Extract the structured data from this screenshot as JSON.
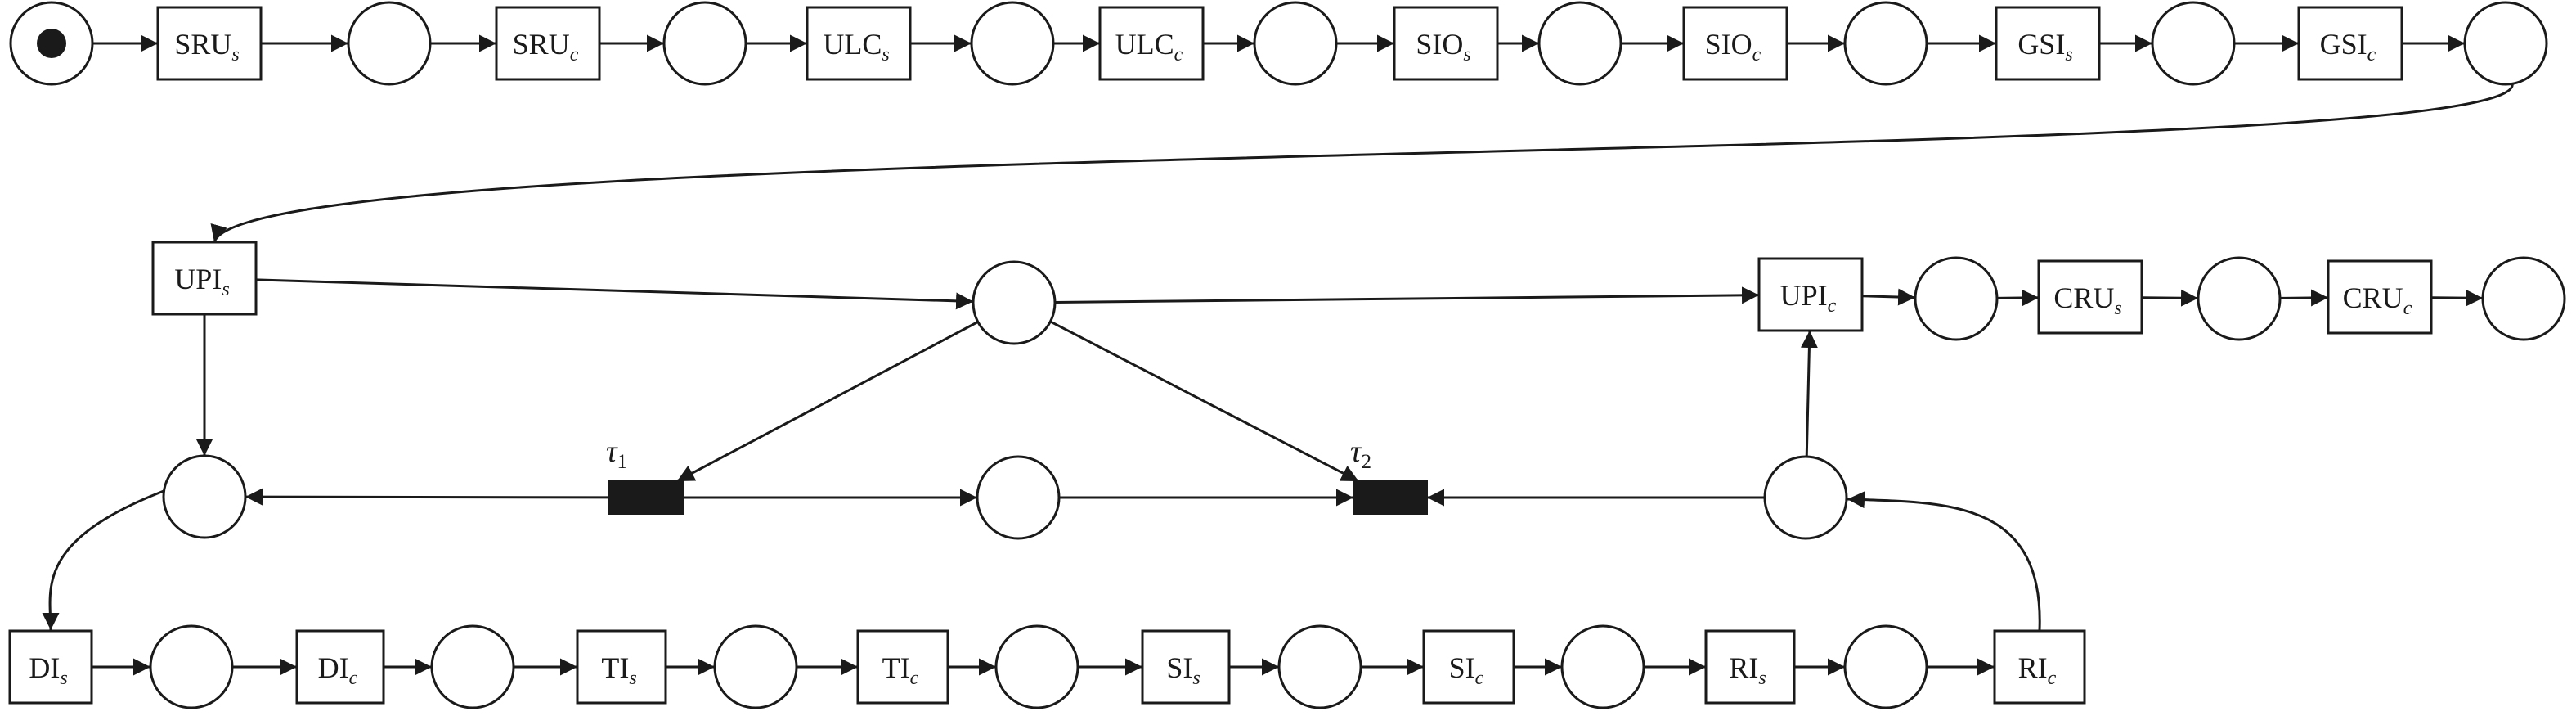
{
  "diagram": {
    "kind": "petri-net",
    "transitions": [
      {
        "id": "t_sru_s",
        "base": "SRU",
        "sub": "s"
      },
      {
        "id": "t_sru_c",
        "base": "SRU",
        "sub": "c"
      },
      {
        "id": "t_ulc_s",
        "base": "ULC",
        "sub": "s"
      },
      {
        "id": "t_ulc_c",
        "base": "ULC",
        "sub": "c"
      },
      {
        "id": "t_sio_s",
        "base": "SIO",
        "sub": "s"
      },
      {
        "id": "t_sio_c",
        "base": "SIO",
        "sub": "c"
      },
      {
        "id": "t_gsi_s",
        "base": "GSI",
        "sub": "s"
      },
      {
        "id": "t_gsi_c",
        "base": "GSI",
        "sub": "c"
      },
      {
        "id": "t_upi_s",
        "base": "UPI",
        "sub": "s"
      },
      {
        "id": "t_upi_c",
        "base": "UPI",
        "sub": "c"
      },
      {
        "id": "t_cru_s",
        "base": "CRU",
        "sub": "s"
      },
      {
        "id": "t_cru_c",
        "base": "CRU",
        "sub": "c"
      },
      {
        "id": "t_di_s",
        "base": "DI",
        "sub": "s"
      },
      {
        "id": "t_di_c",
        "base": "DI",
        "sub": "c"
      },
      {
        "id": "t_ti_s",
        "base": "TI",
        "sub": "s"
      },
      {
        "id": "t_ti_c",
        "base": "TI",
        "sub": "c"
      },
      {
        "id": "t_si_s",
        "base": "SI",
        "sub": "s"
      },
      {
        "id": "t_si_c",
        "base": "SI",
        "sub": "c"
      },
      {
        "id": "t_ri_s",
        "base": "RI",
        "sub": "s"
      },
      {
        "id": "t_ri_c",
        "base": "RI",
        "sub": "c"
      }
    ],
    "silent_transitions": [
      {
        "id": "tau1",
        "symbol": "τ",
        "sub": "1"
      },
      {
        "id": "tau2",
        "symbol": "τ",
        "sub": "2"
      }
    ],
    "places": [
      {
        "id": "p0",
        "tokens": 1
      },
      {
        "id": "p1",
        "tokens": 0
      },
      {
        "id": "p2",
        "tokens": 0
      },
      {
        "id": "p3",
        "tokens": 0
      },
      {
        "id": "p4",
        "tokens": 0
      },
      {
        "id": "p5",
        "tokens": 0
      },
      {
        "id": "p6",
        "tokens": 0
      },
      {
        "id": "p7",
        "tokens": 0
      },
      {
        "id": "p8",
        "tokens": 0
      },
      {
        "id": "p_mid",
        "tokens": 0
      },
      {
        "id": "p_upc",
        "tokens": 0
      },
      {
        "id": "p_crs",
        "tokens": 0
      },
      {
        "id": "p_end",
        "tokens": 0
      },
      {
        "id": "p_left",
        "tokens": 0
      },
      {
        "id": "p_center",
        "tokens": 0
      },
      {
        "id": "p_right",
        "tokens": 0
      },
      {
        "id": "p_b1",
        "tokens": 0
      },
      {
        "id": "p_b2",
        "tokens": 0
      },
      {
        "id": "p_b3",
        "tokens": 0
      },
      {
        "id": "p_b4",
        "tokens": 0
      },
      {
        "id": "p_b5",
        "tokens": 0
      },
      {
        "id": "p_b6",
        "tokens": 0
      },
      {
        "id": "p_b7",
        "tokens": 0
      }
    ],
    "arcs": [
      [
        "p0",
        "t_sru_s"
      ],
      [
        "t_sru_s",
        "p1"
      ],
      [
        "p1",
        "t_sru_c"
      ],
      [
        "t_sru_c",
        "p2"
      ],
      [
        "p2",
        "t_ulc_s"
      ],
      [
        "t_ulc_s",
        "p3"
      ],
      [
        "p3",
        "t_ulc_c"
      ],
      [
        "t_ulc_c",
        "p4"
      ],
      [
        "p4",
        "t_sio_s"
      ],
      [
        "t_sio_s",
        "p5"
      ],
      [
        "p5",
        "t_sio_c"
      ],
      [
        "t_sio_c",
        "p6"
      ],
      [
        "p6",
        "t_gsi_s"
      ],
      [
        "t_gsi_s",
        "p7"
      ],
      [
        "p7",
        "t_gsi_c"
      ],
      [
        "t_gsi_c",
        "p8"
      ],
      [
        "p8",
        "t_upi_s"
      ],
      [
        "t_upi_s",
        "p_mid"
      ],
      [
        "p_mid",
        "t_upi_c"
      ],
      [
        "t_upi_c",
        "p_upc"
      ],
      [
        "p_upc",
        "t_cru_s"
      ],
      [
        "t_cru_s",
        "p_crs"
      ],
      [
        "p_crs",
        "t_cru_c"
      ],
      [
        "t_cru_c",
        "p_end"
      ],
      [
        "t_upi_s",
        "p_left"
      ],
      [
        "p_mid",
        "tau1"
      ],
      [
        "p_mid",
        "tau2"
      ],
      [
        "tau1",
        "p_left"
      ],
      [
        "tau1",
        "p_center"
      ],
      [
        "p_center",
        "tau2"
      ],
      [
        "p_right",
        "tau2"
      ],
      [
        "p_right",
        "t_upi_c"
      ],
      [
        "p_left",
        "t_di_s"
      ],
      [
        "t_di_s",
        "p_b1"
      ],
      [
        "p_b1",
        "t_di_c"
      ],
      [
        "t_di_c",
        "p_b2"
      ],
      [
        "p_b2",
        "t_ti_s"
      ],
      [
        "t_ti_s",
        "p_b3"
      ],
      [
        "p_b3",
        "t_ti_c"
      ],
      [
        "t_ti_c",
        "p_b4"
      ],
      [
        "p_b4",
        "t_si_s"
      ],
      [
        "t_si_s",
        "p_b5"
      ],
      [
        "p_b5",
        "t_si_c"
      ],
      [
        "t_si_c",
        "p_b6"
      ],
      [
        "p_b6",
        "t_ri_s"
      ],
      [
        "t_ri_s",
        "p_b7"
      ],
      [
        "p_b7",
        "t_ri_c"
      ],
      [
        "t_ri_c",
        "p_right"
      ]
    ]
  }
}
